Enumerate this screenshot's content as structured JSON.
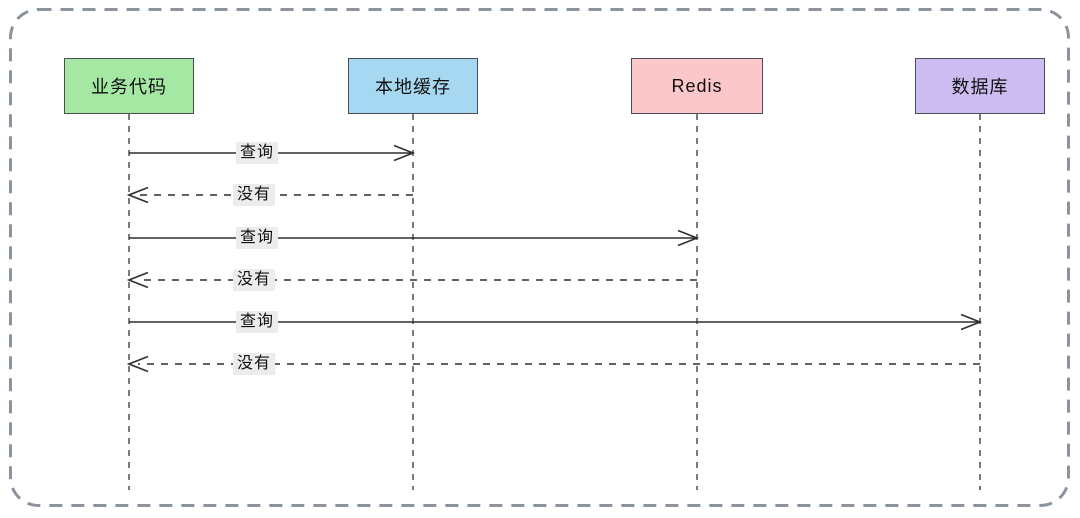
{
  "diagram": {
    "kind": "sequence-diagram",
    "frame": {
      "border_color": "#8b939c",
      "border_style": "dashed",
      "background": "#ffffff"
    },
    "actors": [
      {
        "id": "business-code",
        "label": "业务代码",
        "fill": "#a4e8a4",
        "border": "#4a4d52"
      },
      {
        "id": "local-cache",
        "label": "本地缓存",
        "fill": "#a6d9f1",
        "border": "#4a4d52"
      },
      {
        "id": "redis",
        "label": "Redis",
        "fill": "#fcc7c9",
        "border": "#4a4d52"
      },
      {
        "id": "database",
        "label": "数据库",
        "fill": "#ccbcf2",
        "border": "#4a4d52"
      }
    ],
    "messages": [
      {
        "from": "业务代码",
        "to": "本地缓存",
        "label": "查询",
        "line": "solid",
        "direction": "right"
      },
      {
        "from": "本地缓存",
        "to": "业务代码",
        "label": "没有",
        "line": "dashed",
        "direction": "left"
      },
      {
        "from": "业务代码",
        "to": "Redis",
        "label": "查询",
        "line": "solid",
        "direction": "right"
      },
      {
        "from": "Redis",
        "to": "业务代码",
        "label": "没有",
        "line": "dashed",
        "direction": "left"
      },
      {
        "from": "业务代码",
        "to": "数据库",
        "label": "查询",
        "line": "solid",
        "direction": "right"
      },
      {
        "from": "数据库",
        "to": "业务代码",
        "label": "没有",
        "line": "dashed",
        "direction": "left"
      }
    ],
    "colors": {
      "arrow": "#2f2f2f",
      "lifeline": "#565b61",
      "label_background": "#ececec",
      "text": "#111111"
    }
  }
}
